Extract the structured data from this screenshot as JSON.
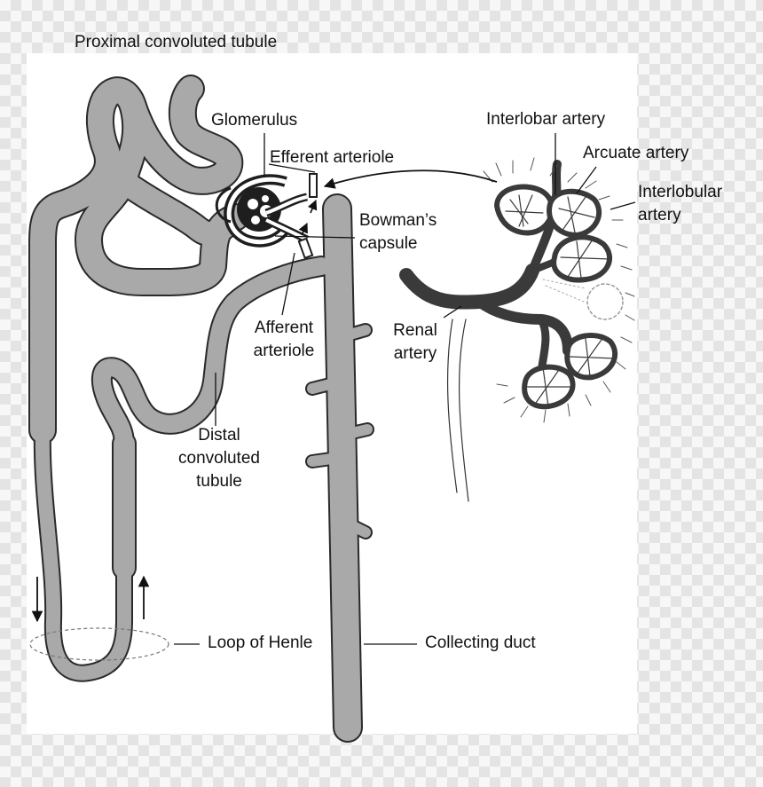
{
  "labels": {
    "proximal_convoluted_tubule": "Proximal convoluted tubule",
    "glomerulus": "Glomerulus",
    "efferent_arteriole": "Efferent arteriole",
    "bowmans_capsule_line1": "Bowman’s",
    "bowmans_capsule_line2": "capsule",
    "afferent_arteriole_line1": "Afferent",
    "afferent_arteriole_line2": "arteriole",
    "distal_line1": "Distal",
    "distal_line2": "convoluted",
    "distal_line3": "tubule",
    "loop_of_henle": "Loop of Henle",
    "collecting_duct": "Collecting duct",
    "interlobar_artery": "Interlobar artery",
    "arcuate_artery": "Arcuate artery",
    "interlobular_line1": "Interlobular",
    "interlobular_line2": "artery",
    "renal_line1": "Renal",
    "renal_line2": "artery"
  },
  "colors": {
    "tubule_fill": "#a9a9a9",
    "tubule_outline": "#2a2a2a",
    "vessel": "#3a3a3a",
    "text": "#111111"
  }
}
